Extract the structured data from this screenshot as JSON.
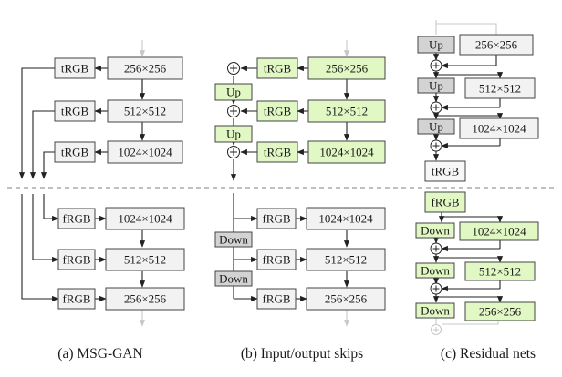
{
  "labels": {
    "trgb": "tRGB",
    "frgb": "fRGB",
    "up": "Up",
    "down": "Down",
    "res_256": "256×256",
    "res_512": "512×512",
    "res_1024": "1024×1024"
  },
  "captions": {
    "a": "(a) MSG-GAN",
    "b": "(b) Input/output skips",
    "c": "(c) Residual nets"
  },
  "colors": {
    "box_gray": "#f2f2f2",
    "box_green": "#e1f7c4",
    "box_dark": "#d3d3d3",
    "arrow_faded": "#c8c8c8",
    "line": "#222222",
    "separator": "#9a9a9a"
  }
}
